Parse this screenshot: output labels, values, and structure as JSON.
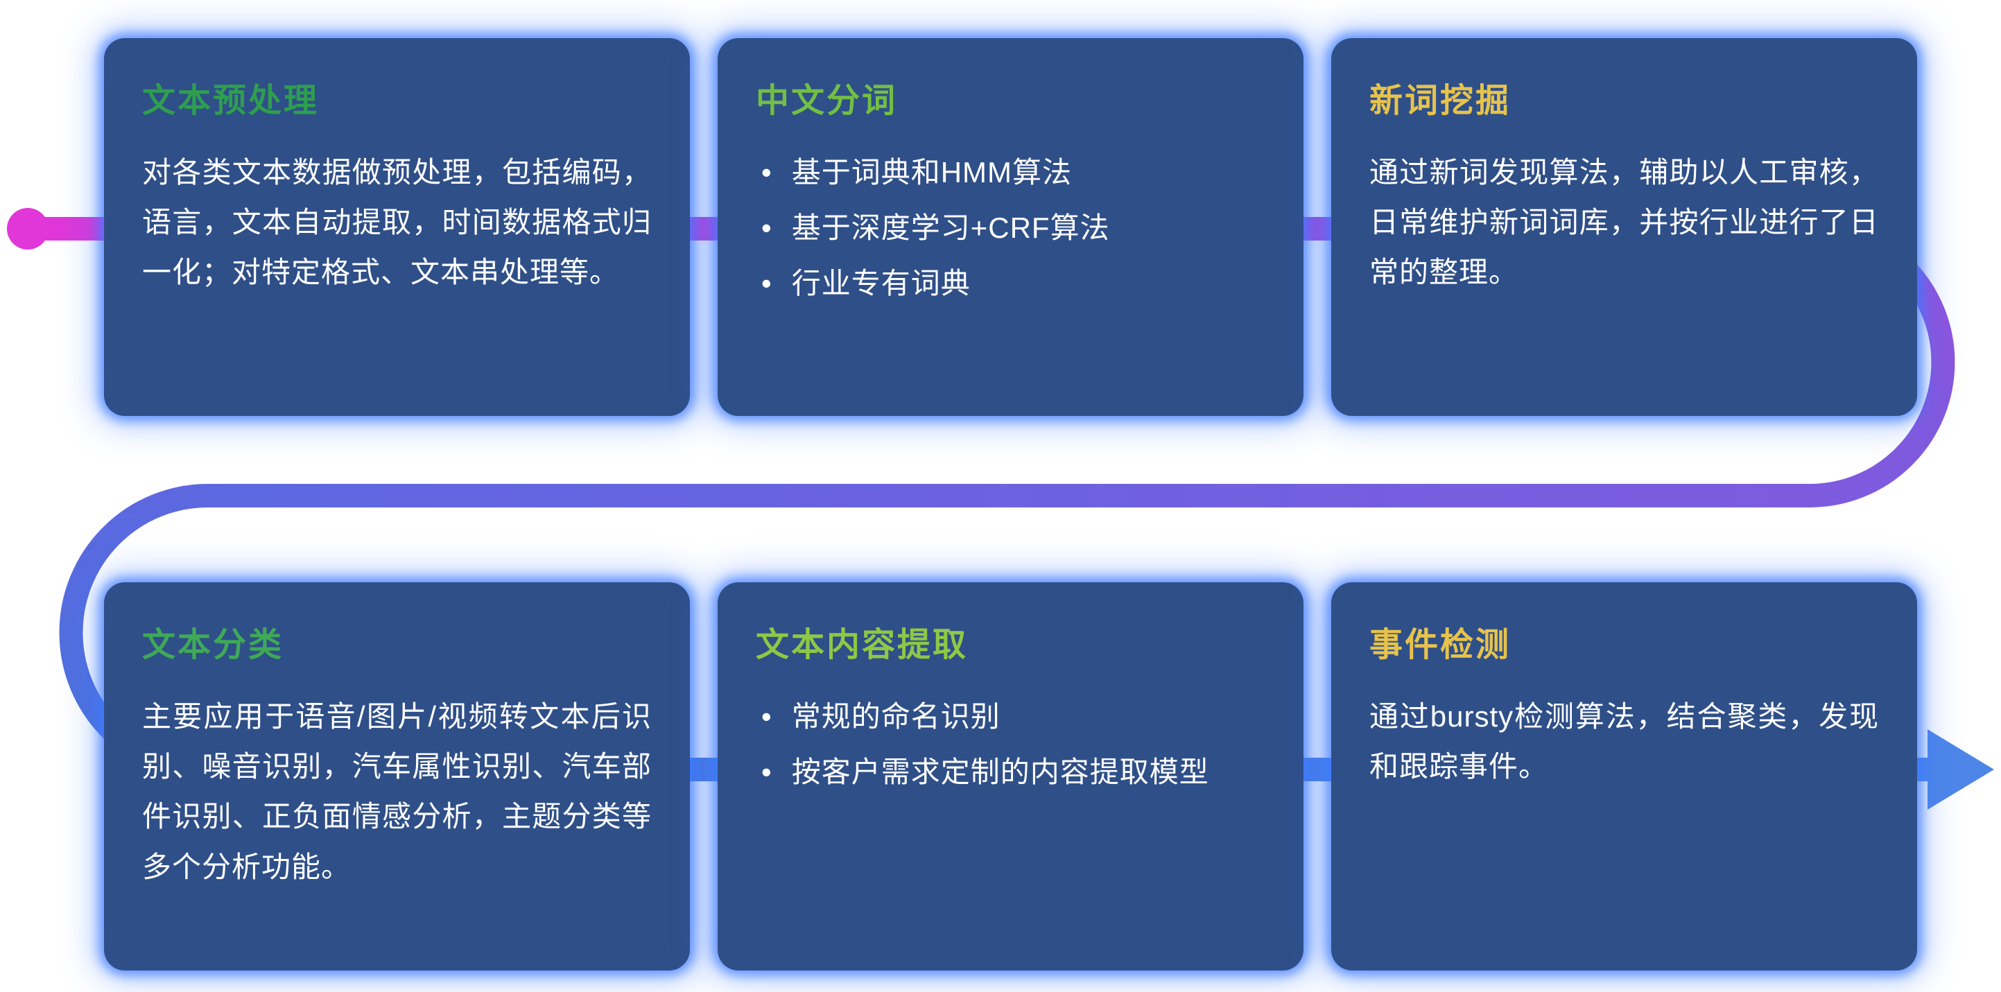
{
  "flow": {
    "start_dot_color": "#e136d8",
    "arrow_color": "#4e86e8",
    "gradient": {
      "c1": "#e136d8",
      "c2": "#9750da",
      "c3": "#7d5bdf",
      "c4": "#5d68e0",
      "c5": "#4a73dc",
      "c6": "#4e86e8"
    }
  },
  "cards": [
    {
      "title": "文本预处理",
      "title_color": "#2e9e4f",
      "body": "对各类文本数据做预处理，包括编码，语言，文本自动提取，时间数据格式归一化；对特定格式、文本串处理等。"
    },
    {
      "title": "中文分词",
      "title_color": "#72bf44",
      "bullets": [
        "基于词典和HMM算法",
        "基于深度学习+CRF算法",
        "行业专有词典"
      ],
      "bullet_char": "•"
    },
    {
      "title": "新词挖掘",
      "title_color": "#e7c34b",
      "body": "通过新词发现算法，辅助以人工审核，日常维护新词词库，并按行业进行了日常的整理。"
    },
    {
      "title": "文本分类",
      "title_color": "#3fa957",
      "body": "主要应用于语音/图片/视频转文本后识别、噪音识别，汽车属性识别、汽车部件识别、正负面情感分析，主题分类等多个分析功能。"
    },
    {
      "title": "文本内容提取",
      "title_color": "#8fc845",
      "bullets": [
        "常规的命名识别",
        "按客户需求定制的内容提取模型"
      ],
      "bullet_char": "•"
    },
    {
      "title": "事件检测",
      "title_color": "#e7c34b",
      "body": "通过bursty检测算法，结合聚类，发现和跟踪事件。"
    }
  ]
}
